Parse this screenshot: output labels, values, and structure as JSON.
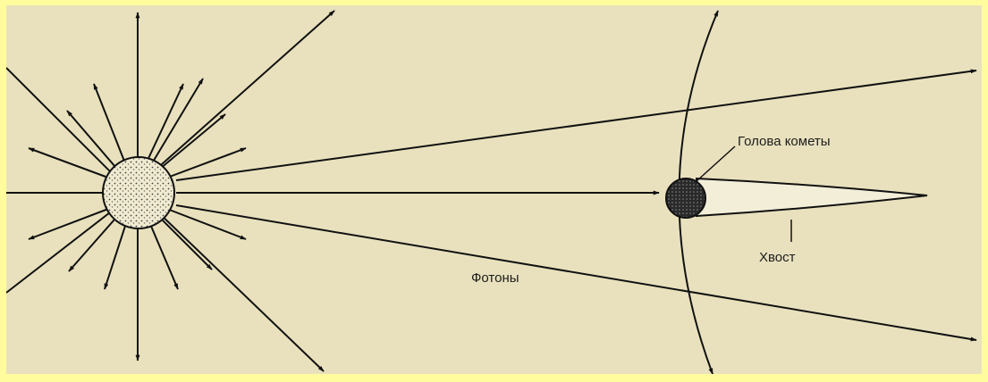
{
  "labels": {
    "comet_head": "Голова кометы",
    "tail": "Хвост",
    "photons": "Фотоны"
  },
  "colors": {
    "outer_frame": "#fefc9c",
    "background": "#e9e1bd",
    "ink": "#111111"
  }
}
